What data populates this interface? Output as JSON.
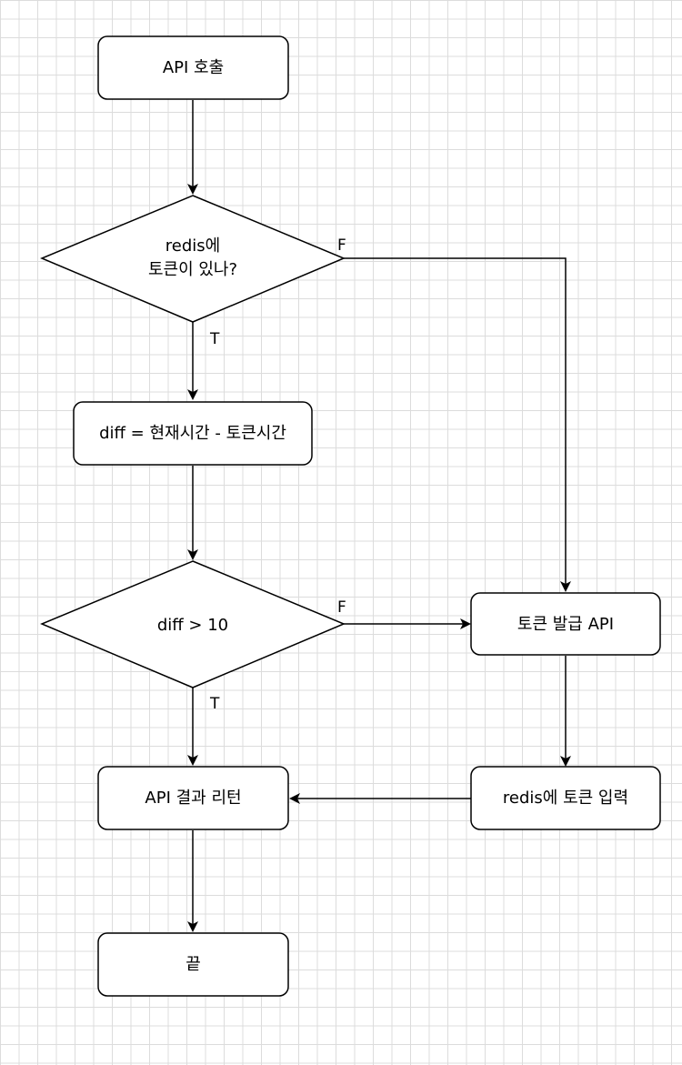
{
  "nodes": {
    "api_call": "API 호출",
    "redis_check_line1": "redis에",
    "redis_check_line2": "토큰이 있나?",
    "diff_calc": "diff = 현재시간 - 토큰시간",
    "diff_check": "diff > 10",
    "token_issue": "토큰 발급 API",
    "api_return": "API 결과 리턴",
    "redis_store": "redis에 토큰 입력",
    "end": "끝"
  },
  "edge_labels": {
    "redis_check_true": "T",
    "redis_check_false": "F",
    "diff_check_true": "T",
    "diff_check_false": "F"
  }
}
